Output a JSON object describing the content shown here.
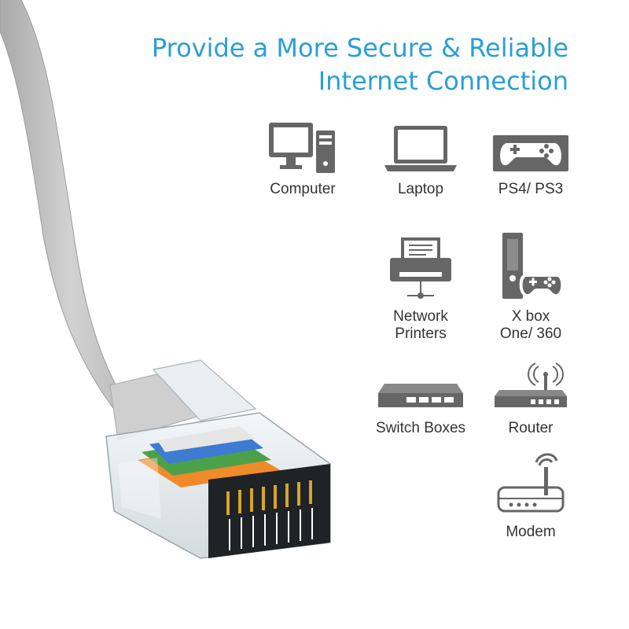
{
  "headline": {
    "line1": "Provide a More Secure & Reliable",
    "line2": "Internet Connection"
  },
  "colors": {
    "accent": "#2a9fd6",
    "icon": "#666666",
    "label": "#333333",
    "cable": "#c4c4c4"
  },
  "devices": [
    {
      "icon": "computer-icon",
      "label": "Computer"
    },
    {
      "icon": "laptop-icon",
      "label": "Laptop"
    },
    {
      "icon": "gamepad-icon",
      "label": "PS4/ PS3"
    },
    {
      "icon": "printer-icon",
      "label_line1": "Network",
      "label_line2": "Printers"
    },
    {
      "icon": "console-icon",
      "label_line1": "X box",
      "label_line2": "One/ 360"
    },
    {
      "icon": "switch-icon",
      "label": "Switch Boxes"
    },
    {
      "icon": "router-icon",
      "label": "Router"
    },
    {
      "icon": "modem-icon",
      "label": "Modem"
    }
  ]
}
